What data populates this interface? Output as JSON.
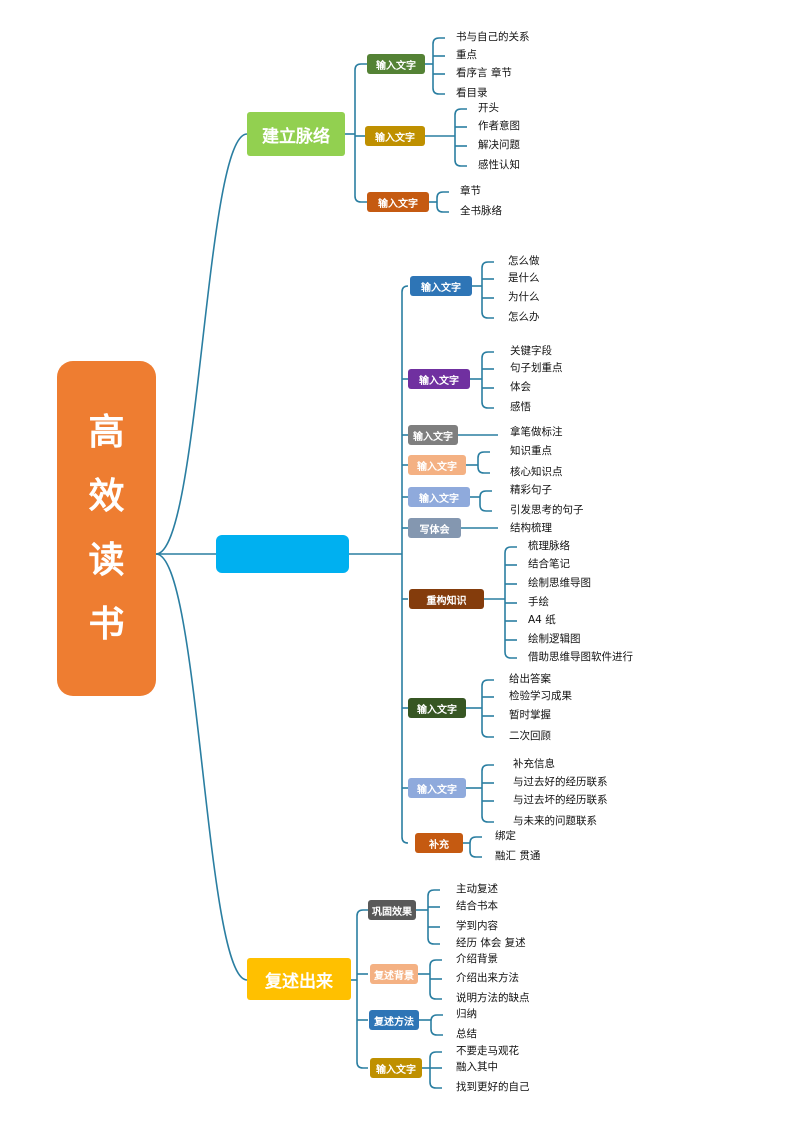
{
  "root": {
    "chars": [
      "高",
      "效",
      "读",
      "书"
    ],
    "color": "#ee7d31"
  },
  "branches": {
    "b1": {
      "label": "建立脉络",
      "color": "#92d050",
      "children": [
        {
          "label": "输入文字",
          "color": "#548235",
          "leaves": [
            "书与自己的关系",
            "重点",
            "看序言  章节",
            "看目录"
          ]
        },
        {
          "label": "输入文字",
          "color": "#bf9000",
          "leaves": [
            "开头",
            "作者意图",
            "解决问题",
            "感性认知"
          ]
        },
        {
          "label": "输入文字",
          "color": "#c55a11",
          "leaves": [
            "章节",
            "全书脉络"
          ]
        }
      ]
    },
    "b2": {
      "label": "",
      "color": "#00b0f0",
      "children": [
        {
          "label": "输入文字",
          "color": "#2e75b6",
          "leaves": [
            "怎么做",
            "是什么",
            "为什么",
            "怎么办"
          ]
        },
        {
          "label": "输入文字",
          "color": "#7030a0",
          "leaves": [
            "关键字段",
            "句子划重点",
            "体会",
            "感悟"
          ]
        },
        {
          "label": "输入文字",
          "color": "#7f7f7f",
          "leaves": [
            "拿笔做标注"
          ]
        },
        {
          "label": "输入文字",
          "color": "#f4b183",
          "leaves": [
            "知识重点",
            "核心知识点"
          ]
        },
        {
          "label": "输入文字",
          "color": "#8faadc",
          "leaves": [
            "精彩句子",
            "引发思考的句子"
          ]
        },
        {
          "label": "写体会",
          "color": "#8497b0",
          "leaves": [
            "结构梳理"
          ]
        },
        {
          "label": "重构知识",
          "color": "#843c0c",
          "leaves": [
            "梳理脉络",
            "结合笔记",
            "绘制思维导图",
            "手绘",
            "A4 纸",
            "绘制逻辑图",
            "借助思维导图软件进行"
          ]
        },
        {
          "label": "输入文字",
          "color": "#375623",
          "leaves": [
            "给出答案",
            "检验学习成果",
            "暂时掌握",
            "二次回顾"
          ]
        },
        {
          "label": "输入文字",
          "color": "#8faadc",
          "leaves": [
            "补充信息",
            "与过去好的经历联系",
            "与过去坏的经历联系",
            "与未来的问题联系"
          ]
        },
        {
          "label": "补充",
          "color": "#c55a11",
          "leaves": [
            "绑定",
            "融汇  贯通"
          ]
        }
      ]
    },
    "b3": {
      "label": "复述出来",
      "color": "#ffc000",
      "children": [
        {
          "label": "巩固效果",
          "color": "#595959",
          "leaves": [
            "主动复述",
            "结合书本",
            "学到内容",
            "经历  体会  复述"
          ]
        },
        {
          "label": "复述背景",
          "color": "#f4b183",
          "leaves": [
            "介绍背景",
            "介绍出来方法",
            "说明方法的缺点"
          ]
        },
        {
          "label": "复述方法",
          "color": "#2e75b6",
          "leaves": [
            "归纳",
            "总结"
          ]
        },
        {
          "label": "输入文字",
          "color": "#bf9000",
          "leaves": [
            "不要走马观花",
            "融入其中",
            "找到更好的自己"
          ]
        }
      ]
    }
  },
  "line_color": "#2a7ea1"
}
